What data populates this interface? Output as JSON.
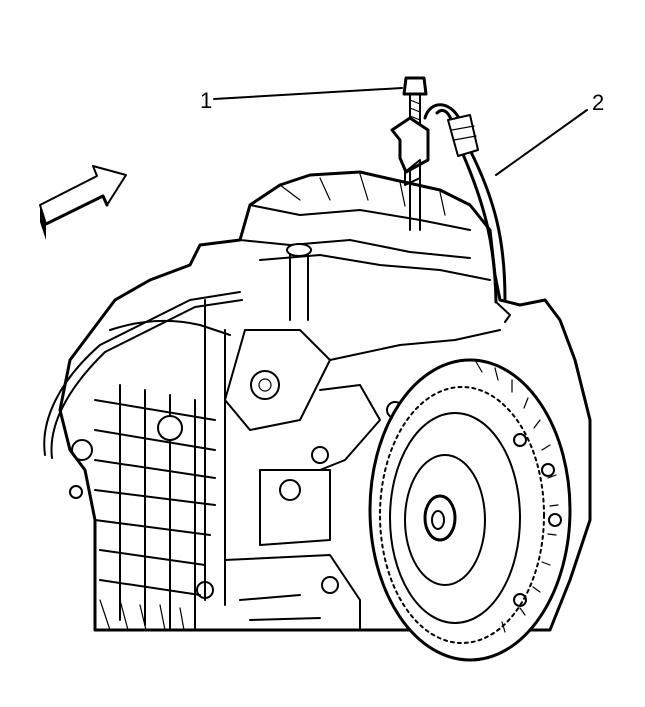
{
  "callouts": [
    {
      "label": "1",
      "icon": "bolt"
    },
    {
      "label": "2",
      "icon": "hose"
    }
  ],
  "colors": {
    "ink": "#000000",
    "paper": "#ffffff"
  },
  "icons": [
    "arrow-icon",
    "bolt-icon",
    "hose-icon"
  ]
}
